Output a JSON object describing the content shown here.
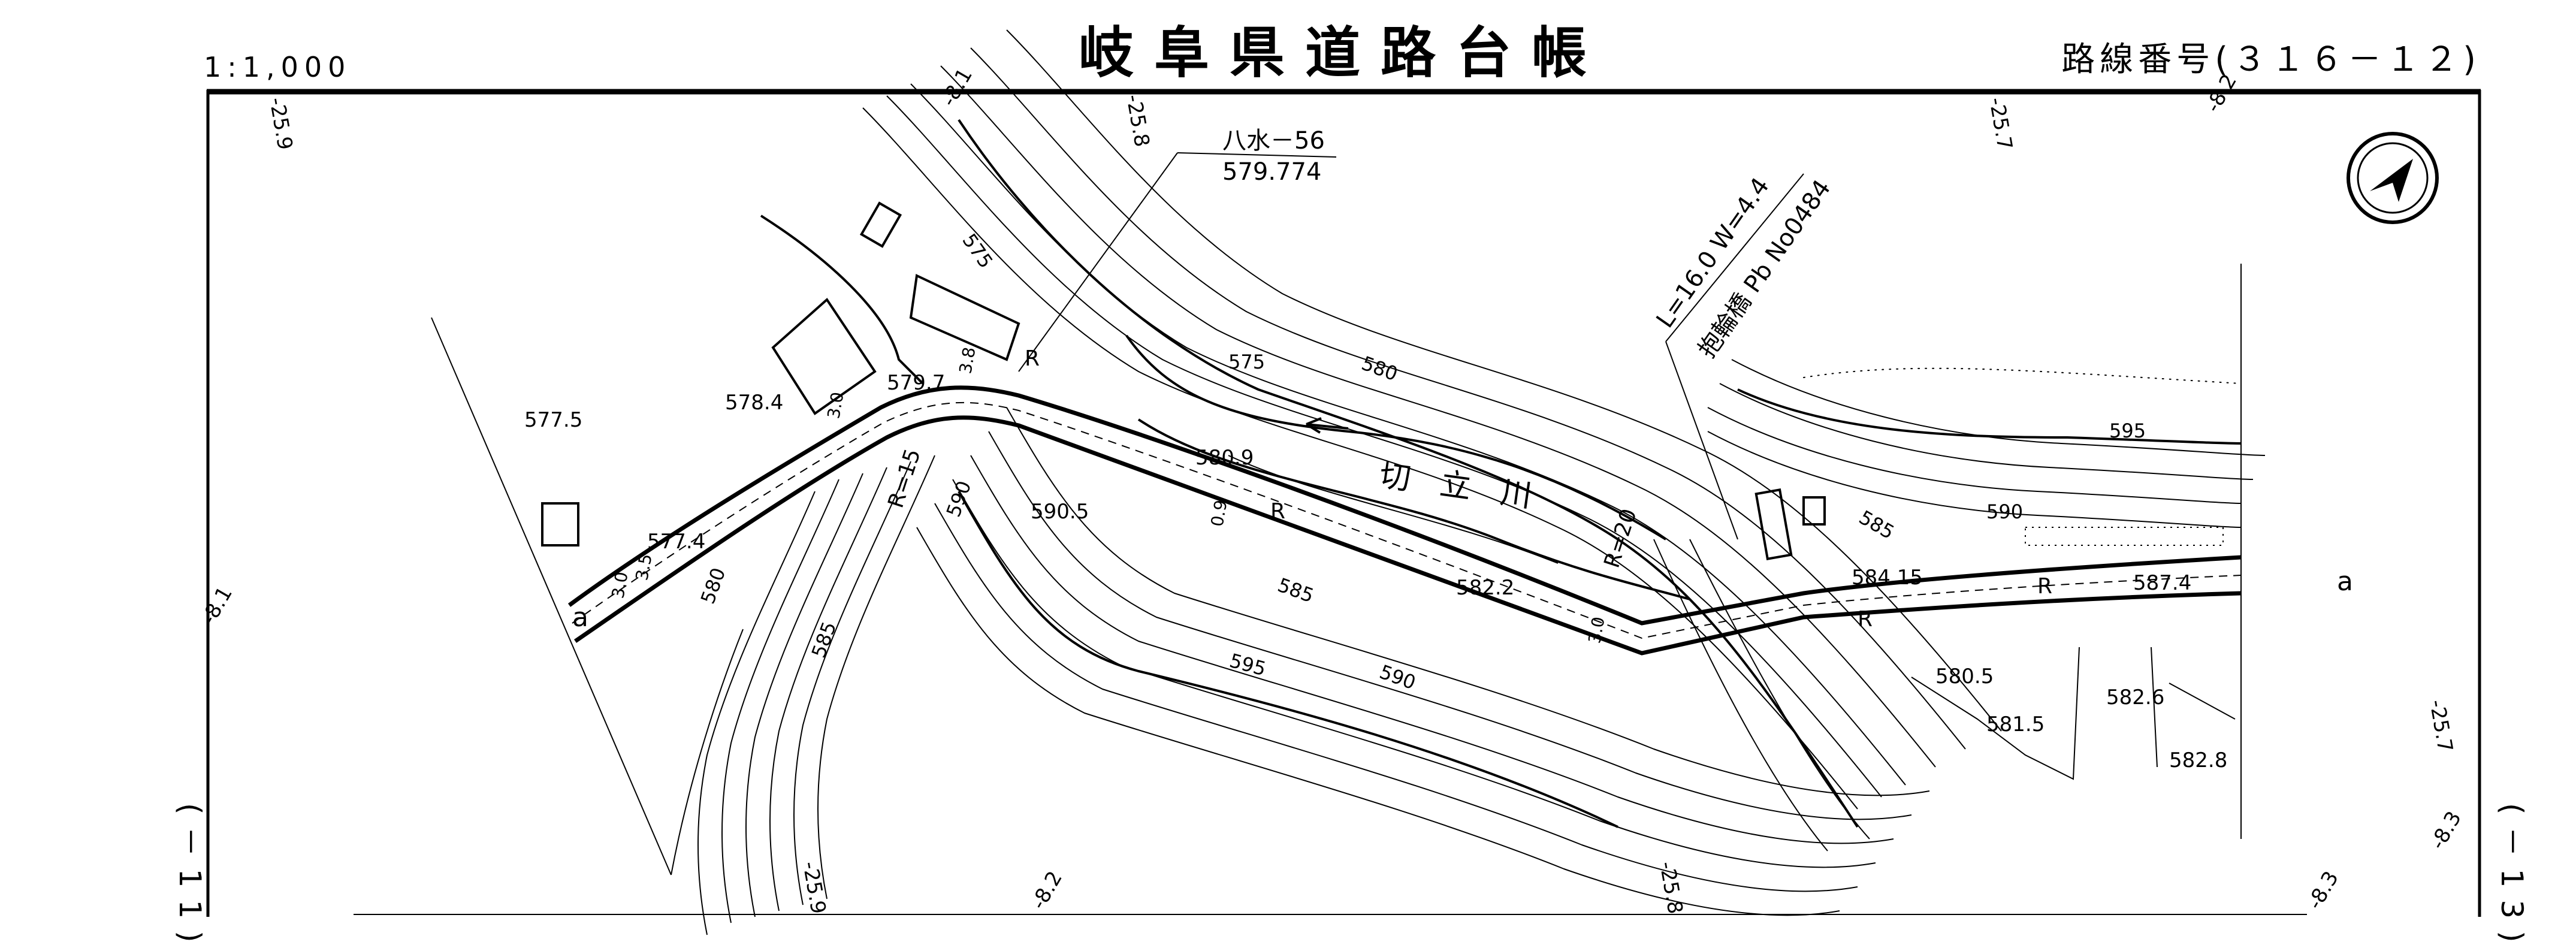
{
  "header": {
    "scale": "1:1,000",
    "title": "岐阜県道路台帳",
    "route_number": "路線番号(３１６－１２)"
  },
  "side_labels": {
    "left": "(－11)",
    "right": "(－13)"
  },
  "north_arrow": {
    "icon": "north-arrow-icon"
  },
  "grid_labels": [
    "-25.9",
    "-8.1",
    "-25.8",
    "-25.7",
    "-8.2",
    "-8.1",
    "-25.9",
    "-8.2",
    "-25.8",
    "-8.3",
    "-25.7",
    "-8.3"
  ],
  "benchmark": {
    "name": "八水－56",
    "elevation": "579.774"
  },
  "river": {
    "name": "切立川",
    "flow_icon": "flow-arrow-icon"
  },
  "bridge": {
    "dimensions": "L=16.0 W=4.4",
    "name": "抱輪橋  Pb  No0484"
  },
  "elevations": [
    "577.5",
    "578.4",
    "579.7",
    "590.5",
    "580.9",
    "582.2",
    "584.15",
    "587.4",
    "580.5",
    "581.5",
    "582.6",
    "582.8",
    "577.4"
  ],
  "contour_labels": [
    "575",
    "575",
    "580",
    "585",
    "595",
    "590",
    "595",
    "590",
    "585",
    "590",
    "585",
    "580"
  ],
  "curve_labels": [
    "R=15",
    "R=20",
    "R",
    "R",
    "R",
    "R"
  ],
  "section_marks": [
    "a",
    "a"
  ],
  "widths": [
    "3.0",
    "3.5",
    "3.0",
    "3.8",
    "0.9",
    "3.0"
  ]
}
